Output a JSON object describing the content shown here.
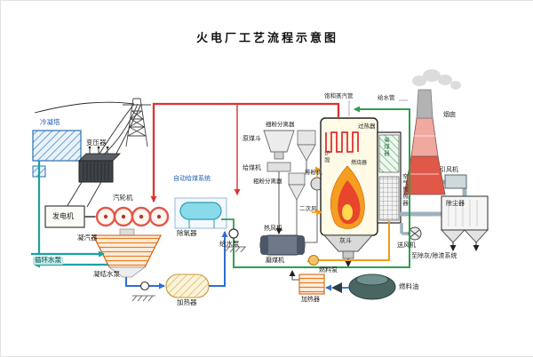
{
  "title": "火电厂工艺流程示意图",
  "labels": {
    "cooling_tower": "冷凝塔",
    "transformer": "变压器",
    "generator": "发电机",
    "turbine": "汽轮机",
    "condenser": "凝汽器",
    "circulating_pump": "循环水泵",
    "condensate_pump": "凝结水泵",
    "heater_lp": "加热器",
    "deaerator": "除氧器",
    "feed_pump": "给水泵",
    "auto_coal_system": "自动给煤系统",
    "raw_coal_bunker": "原煤斗",
    "coal_feeder": "给煤机",
    "fine_separator": "细粉分离器",
    "coarse_separator": "粗粉分离器",
    "exhauster": "排粉机",
    "secondary_air": "二次风",
    "hot_air_fan": "热风机",
    "coal_mill": "磨煤机",
    "ash_hopper": "灰斗",
    "sat_steam_pipe": "饱和蒸汽管",
    "feedwater_pipe": "给水管",
    "superheater": "过热器",
    "furnace": "炉膛",
    "burner": "燃烧器",
    "economizer": "省煤器",
    "air_preheater": "空气预热器",
    "id_fan": "引风机",
    "chimney": "烟囱",
    "dust_collector": "除尘器",
    "fd_fan": "送风机",
    "to_ash_system": "至除灰/除渣系统",
    "heater_fuel": "加热器",
    "fuel_pump": "燃料泵",
    "fuel_oil": "燃料油"
  },
  "colors": {
    "steam": "#e03131",
    "feed_water": "#2e9e4f",
    "condensate": "#2f6fd1",
    "cooling_water": "#19a3a3",
    "hot_air": "#f39c12",
    "flame_outer": "#f59e20",
    "flame_inner": "#e8452c",
    "chimney_red": "#e05848"
  }
}
